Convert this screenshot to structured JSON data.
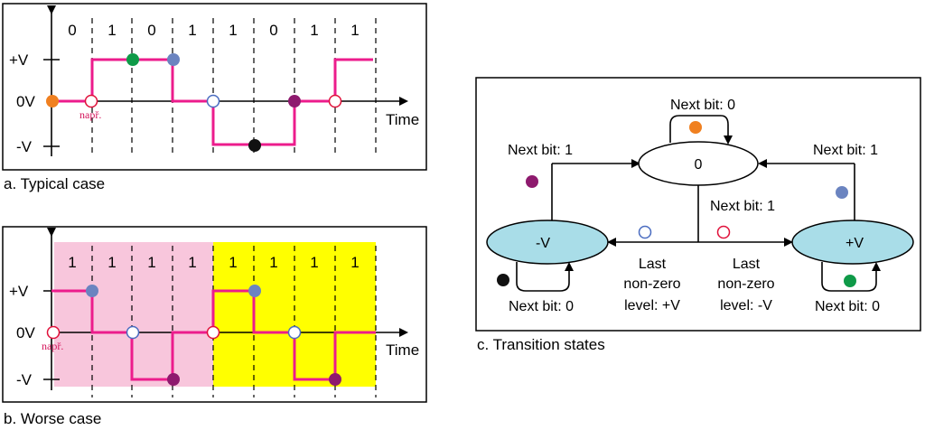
{
  "colors": {
    "signal": "#ec1c8c",
    "pink_bg": "#f8c6dc",
    "yellow_bg": "#ffff00",
    "state_fill": "#a9dde8",
    "orange": "#f08020",
    "green": "#0f9a48",
    "blue": "#6b84c0",
    "purple": "#8e1a6e",
    "black": "#111111",
    "red_ring": "#e0103a",
    "blue_ring": "#4a6cc0"
  },
  "icons": {
    "dot_filled": "filled-circle",
    "dot_hollow": "hollow-circle",
    "arrow": "arrowhead"
  },
  "panel_a": {
    "caption": "a. Typical case",
    "bits": [
      "0",
      "1",
      "0",
      "1",
      "1",
      "0",
      "1",
      "1"
    ],
    "level_high": "+V",
    "level_zero": "0V",
    "level_low": "-V",
    "axis_label": "Time",
    "note": "např."
  },
  "panel_b": {
    "caption": "b. Worse case",
    "bits": [
      "1",
      "1",
      "1",
      "1",
      "1",
      "1",
      "1",
      "1"
    ],
    "level_high": "+V",
    "level_zero": "0V",
    "level_low": "-V",
    "axis_label": "Time",
    "note": "např."
  },
  "panel_c": {
    "caption": "c. Transition states",
    "state_zero": "0",
    "state_neg": "-V",
    "state_pos": "+V",
    "label_loop_zero": "Next bit: 0",
    "label_neg_to_zero": "Next bit: 1",
    "label_pos_to_zero": "Next bit: 1",
    "label_zero_out": "Next bit: 1",
    "label_loop_neg": "Next bit: 0",
    "label_loop_pos": "Next bit: 0",
    "label_to_neg": [
      "Last",
      "non-zero",
      "level: +V"
    ],
    "label_to_pos": [
      "Last",
      "non-zero",
      "level: -V"
    ]
  }
}
